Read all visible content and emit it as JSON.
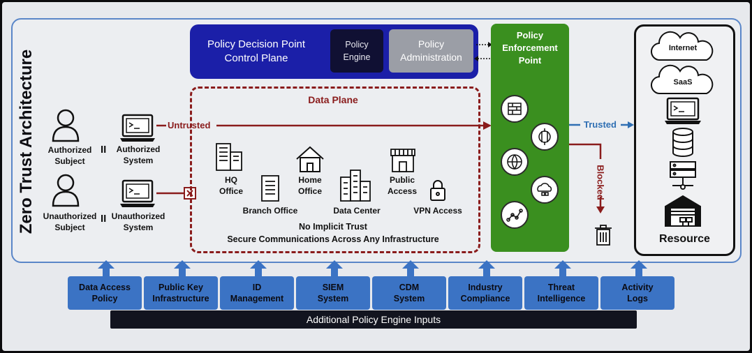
{
  "title": "Zero Trust Architecture",
  "pdp": {
    "title_line1": "Policy Decision Point",
    "title_line2": "Control Plane",
    "engine_line1": "Policy",
    "engine_line2": "Engine",
    "admin_line1": "Policy",
    "admin_line2": "Administration"
  },
  "pep": {
    "line1": "Policy",
    "line2": "Enforcement",
    "line3": "Point"
  },
  "subjects": [
    {
      "subject_line1": "Authorized",
      "subject_line2": "Subject",
      "system_line1": "Authorized",
      "system_line2": "System"
    },
    {
      "subject_line1": "Unauthorized",
      "subject_line2": "Subject",
      "system_line1": "Unauthorized",
      "system_line2": "System"
    }
  ],
  "flows": {
    "untrusted": "Untrusted",
    "trusted": "Trusted",
    "blocked": "Blocked"
  },
  "data_plane": {
    "title": "Data Plane",
    "hq_line1": "HQ",
    "hq_line2": "Office",
    "branch": "Branch Office",
    "home_line1": "Home",
    "home_line2": "Office",
    "datacenter": "Data Center",
    "public_line1": "Public",
    "public_line2": "Access",
    "vpn": "VPN Access",
    "footer_line1": "No Implicit Trust",
    "footer_line2": "Secure Communications Across Any Infrastructure"
  },
  "resource": {
    "internet": "Internet",
    "saas": "SaaS",
    "label": "Resource"
  },
  "inputs": [
    {
      "line1": "Data Access",
      "line2": "Policy"
    },
    {
      "line1": "Public Key",
      "line2": "Infrastructure"
    },
    {
      "line1": "ID",
      "line2": "Management"
    },
    {
      "line1": "SIEM",
      "line2": "System"
    },
    {
      "line1": "CDM",
      "line2": "System"
    },
    {
      "line1": "Industry",
      "line2": "Compliance"
    },
    {
      "line1": "Threat",
      "line2": "Intelligence"
    },
    {
      "line1": "Activity",
      "line2": "Logs"
    }
  ],
  "inputs_footer": "Additional Policy Engine Inputs",
  "colors": {
    "frame": "#5a86c8",
    "pdp": "#1b1fa8",
    "pep": "#3a8f1f",
    "untrusted": "#8a1c1c",
    "trusted": "#2f6fb3",
    "inputs": "#3b73c4"
  }
}
